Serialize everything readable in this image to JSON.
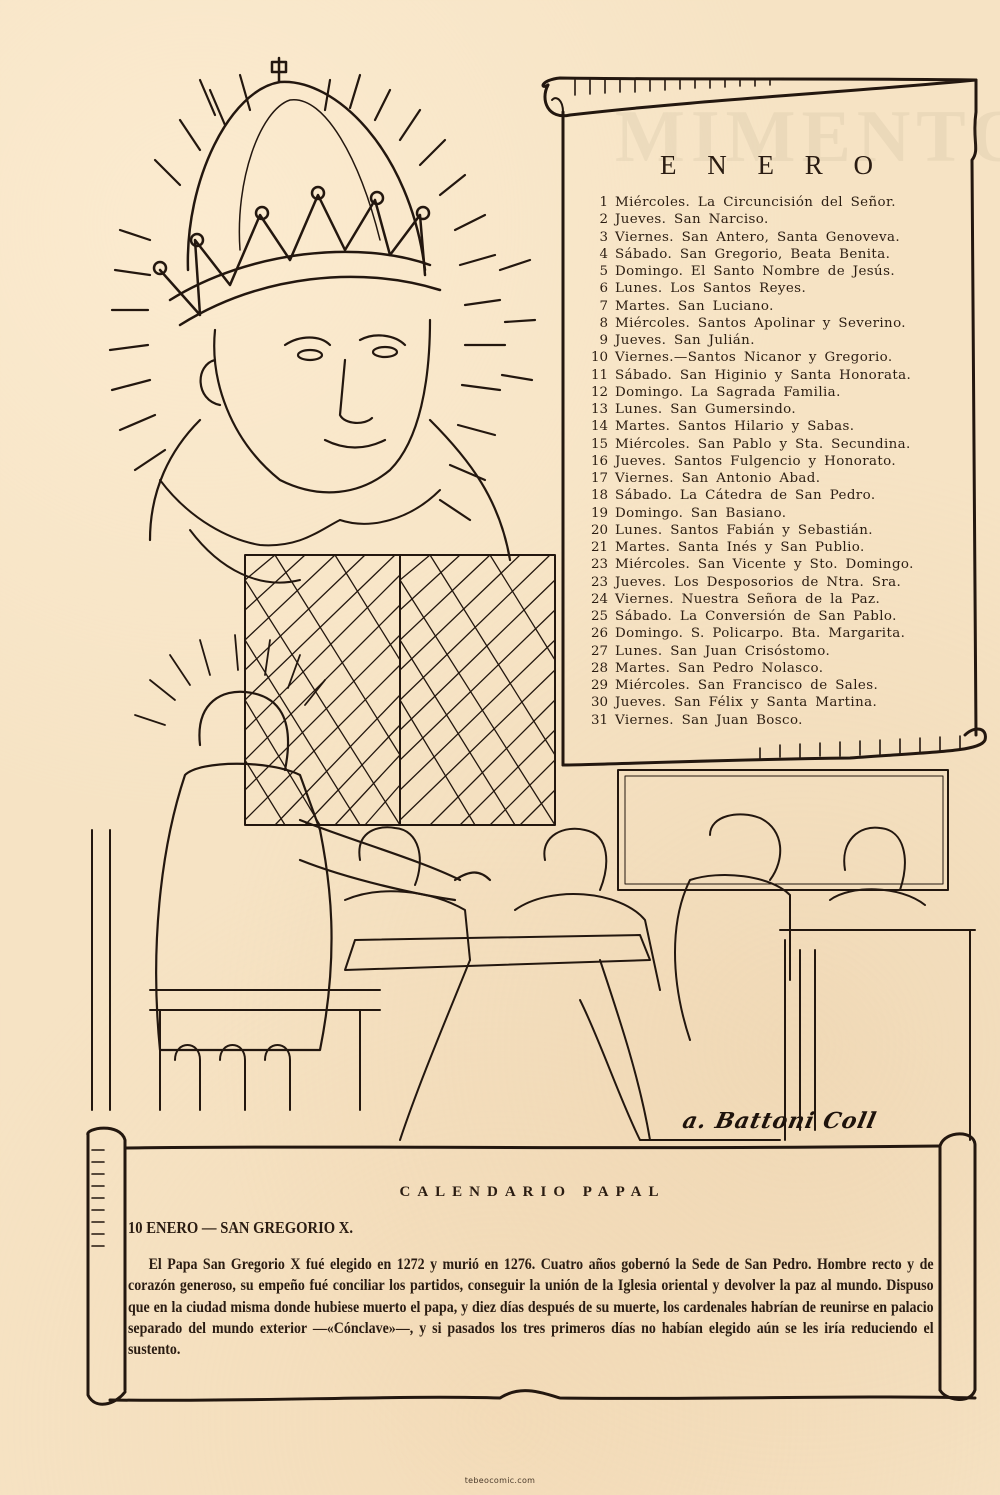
{
  "calendar": {
    "month": "E N E R O",
    "days": [
      {
        "num": "1",
        "text": "Miércoles. La Circuncisión del Señor."
      },
      {
        "num": "2",
        "text": "Jueves. San Narciso."
      },
      {
        "num": "3",
        "text": "Viernes. San Antero, Santa Genoveva."
      },
      {
        "num": "4",
        "text": "Sábado. San Gregorio, Beata Benita."
      },
      {
        "num": "5",
        "text": "Domingo. El Santo Nombre de Jesús."
      },
      {
        "num": "6",
        "text": "Lunes. Los Santos Reyes."
      },
      {
        "num": "7",
        "text": "Martes. San Luciano."
      },
      {
        "num": "8",
        "text": "Miércoles. Santos Apolinar y Severino."
      },
      {
        "num": "9",
        "text": "Jueves. San Julián."
      },
      {
        "num": "10",
        "text": "Viernes.—Santos Nicanor y Gregorio."
      },
      {
        "num": "11",
        "text": "Sábado. San Higinio y Santa Honorata."
      },
      {
        "num": "12",
        "text": "Domingo. La Sagrada Familia."
      },
      {
        "num": "13",
        "text": "Lunes. San Gumersindo."
      },
      {
        "num": "14",
        "text": "Martes. Santos Hilario y Sabas."
      },
      {
        "num": "15",
        "text": "Miércoles. San Pablo y Sta. Secundina."
      },
      {
        "num": "16",
        "text": "Jueves. Santos Fulgencio y Honorato."
      },
      {
        "num": "17",
        "text": "Viernes. San Antonio Abad."
      },
      {
        "num": "18",
        "text": "Sábado. La Cátedra de San Pedro."
      },
      {
        "num": "19",
        "text": "Domingo. San Basiano."
      },
      {
        "num": "20",
        "text": "Lunes. Santos Fabián y Sebastián."
      },
      {
        "num": "21",
        "text": "Martes. Santa Inés y San Publio."
      },
      {
        "num": "23",
        "text": "Miércoles. San Vicente y Sto. Domingo."
      },
      {
        "num": "23",
        "text": "Jueves. Los Desposorios de Ntra. Sra."
      },
      {
        "num": "24",
        "text": "Viernes. Nuestra Señora de la Paz."
      },
      {
        "num": "25",
        "text": "Sábado. La Conversión de San Pablo."
      },
      {
        "num": "26",
        "text": "Domingo. S. Policarpo. Bta. Margarita."
      },
      {
        "num": "27",
        "text": "Lunes. San Juan Crisóstomo."
      },
      {
        "num": "28",
        "text": "Martes. San Pedro Nolasco."
      },
      {
        "num": "29",
        "text": "Miércoles. San Francisco de Sales."
      },
      {
        "num": "30",
        "text": "Jueves. San Félix y Santa Martina."
      },
      {
        "num": "31",
        "text": "Viernes. San Juan Bosco."
      }
    ]
  },
  "illustration": {
    "signature": "a. Battoni Coll"
  },
  "article": {
    "section_title": "CALENDARIO PAPAL",
    "heading": "10 ENERO — SAN GREGORIO X.",
    "body": "El Papa San Gregorio X fué elegido en 1272 y murió en 1276. Cuatro años gobernó la Sede de San Pedro. Hombre recto y de corazón generoso, su empeño fué conciliar los partidos, conseguir la unión de la Iglesia oriental y devolver la paz al mundo. Dispuso que en la ciudad misma donde hubiese muerto el papa, y diez días después de su muerte, los cardenales habrían de reunirse en palacio separado del mundo exterior —«Cónclave»—, y si pasados los tres primeros días no habían elegido aún se les iría reduciendo el sustento."
  },
  "footer": {
    "site": "tebeocomic.com"
  },
  "colors": {
    "paper": "#f6e3c4",
    "ink": "#23170f"
  }
}
